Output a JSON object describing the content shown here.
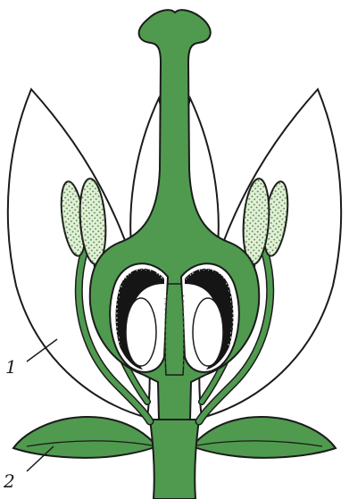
{
  "labels": [
    {
      "id": "1",
      "text": "1"
    },
    {
      "id": "2",
      "text": "2"
    }
  ],
  "colors": {
    "tissue": "#4f9a4f",
    "outline": "#1b1b1b",
    "petal_fill": "#ffffff",
    "anther_fill": "#e2efd6",
    "ovule_dark": "#151515",
    "background": "#ffffff"
  }
}
